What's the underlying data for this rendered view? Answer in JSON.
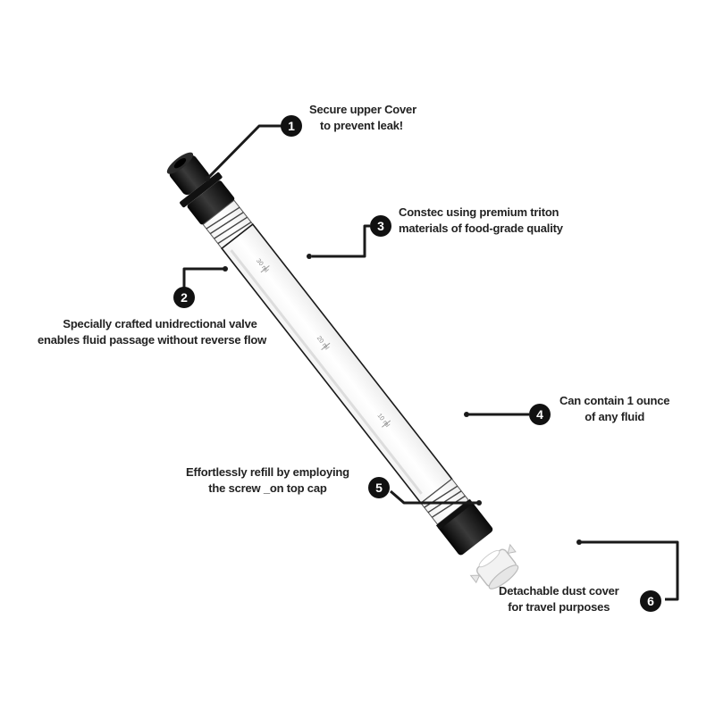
{
  "callouts": [
    {
      "number": "1",
      "lines": [
        "Secure upper Cover",
        "to prevent leak!"
      ]
    },
    {
      "number": "2",
      "lines": [
        "Specially crafted unidrectional valve",
        "enables fluid passage without reverse flow"
      ]
    },
    {
      "number": "3",
      "lines": [
        "Constec using premium triton",
        "materials of food-grade quality"
      ]
    },
    {
      "number": "4",
      "lines": [
        "Can contain 1 ounce",
        "of any fluid"
      ]
    },
    {
      "number": "5",
      "lines": [
        "Effortlessly refill by employing",
        "the screw _on top cap"
      ]
    },
    {
      "number": "6",
      "lines": [
        "Detachable dust cover",
        "for travel purposes"
      ]
    }
  ],
  "tube_markings": [
    "30 ml",
    "20 ml",
    "10 ml"
  ],
  "colors": {
    "badge": "#111111",
    "line": "#1a1a1a",
    "cap": "#1c1c1c",
    "text": "#222222"
  }
}
